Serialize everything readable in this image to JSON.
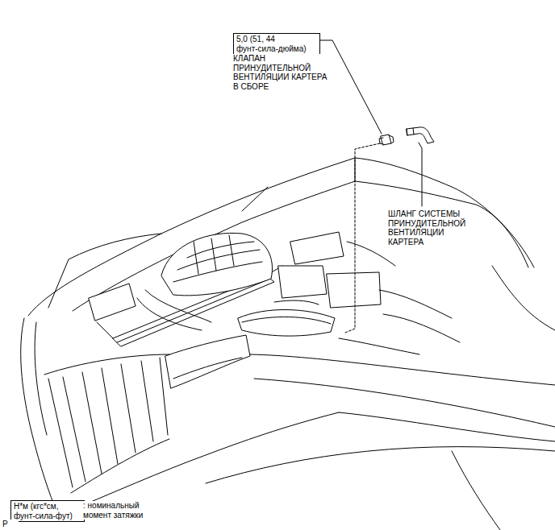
{
  "diagram": {
    "nodes": [
      {
        "text": [
          "5,0 (51, 44 фунт-сила-дюйма)"
        ]
      },
      {
        "text": [
          "Н*м (кгс*см, фунт-сила-фут)"
        ]
      }
    ],
    "labels": [
      "КЛАПАН ПРИНУДИТЕЛЬНОЙ ВЕНТИЛЯЦИИ КАРТЕРА В СБОРЕ",
      "ШЛАНГ СИСТЕМЫ ПРИНУДИТЕЛЬНОЙ ВЕНТИЛЯЦИИ КАРТЕРА",
      ": номинальный момент затяжки",
      "P"
    ]
  }
}
